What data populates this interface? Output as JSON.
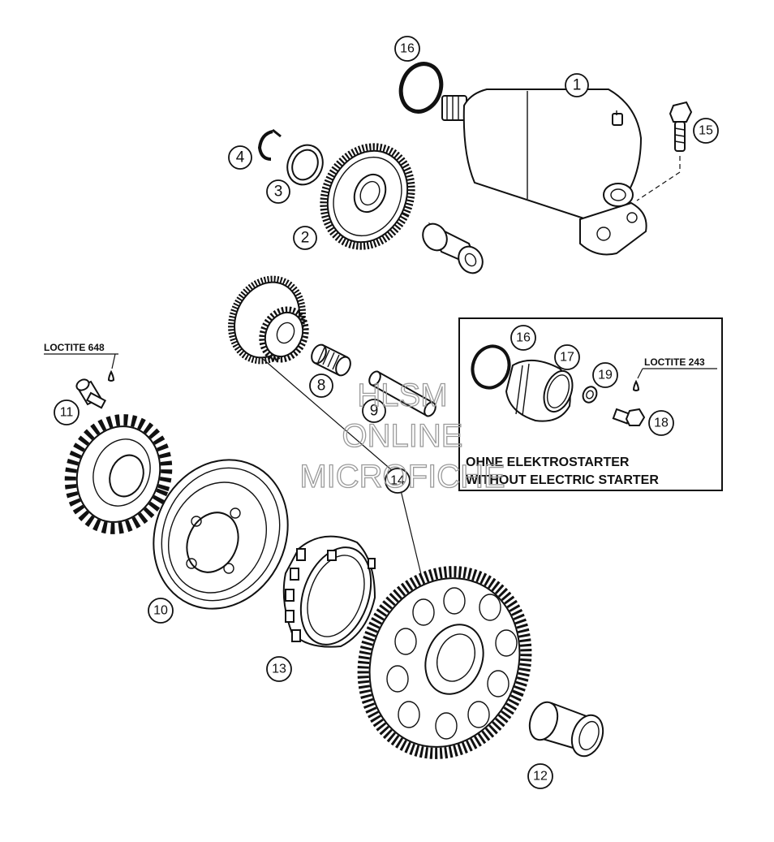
{
  "callouts": {
    "p1": "1",
    "p2": "2",
    "p3": "3",
    "p4": "4",
    "p8": "8",
    "p9": "9",
    "p10": "10",
    "p11": "11",
    "p12": "12",
    "p13": "13",
    "p14": "14",
    "p15": "15",
    "p16": "16",
    "p16b": "16",
    "p17": "17",
    "p18": "18",
    "p19": "19"
  },
  "notes": {
    "loctite_648": "LOCTITE 648",
    "loctite_243": "LOCTITE 243"
  },
  "inset": {
    "line1": "OHNE ELEKTROSTARTER",
    "line2": "WITHOUT ELECTRIC STARTER"
  },
  "watermark": {
    "line1": "HLSM",
    "line2": "ONLINE",
    "line3": "MICROFICHE"
  }
}
